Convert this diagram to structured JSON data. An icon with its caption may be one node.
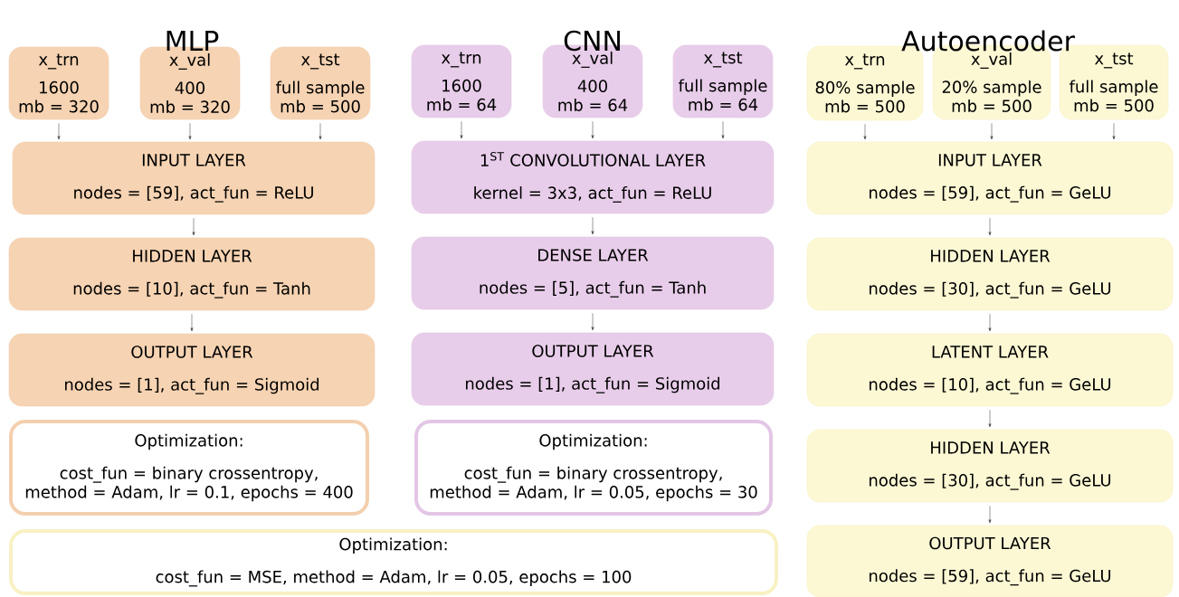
{
  "diagram": {
    "nodes": [
      {
        "text": [
          "x_trn",
          "1600",
          "mb = 320"
        ]
      },
      {
        "text": [
          "x_val",
          "400",
          "mb = 320"
        ]
      },
      {
        "text": [
          "x_tst",
          "full sample",
          "mb = 500"
        ]
      },
      {
        "text": [
          "INPUT LAYER",
          "nodes = [59], act_fun = ReLU"
        ]
      },
      {
        "text": [
          "HIDDEN LAYER",
          "nodes = [10], act_fun = Tanh"
        ]
      },
      {
        "text": [
          "OUTPUT LAYER",
          "nodes = [1], act_fun = Sigmoid"
        ]
      },
      {
        "text": [
          "Optimization:",
          "cost_fun = binary crossentropy,",
          "method = Adam, lr = 0.1, epochs = 400"
        ]
      },
      {
        "text": [
          "x_trn",
          "1600",
          "mb = 64"
        ]
      },
      {
        "text": [
          "x_val",
          "400",
          "mb = 64"
        ]
      },
      {
        "text": [
          "x_tst",
          "full sample",
          "mb = 64"
        ]
      },
      {
        "text": [
          "1$^{ST}$ CONVOLUTIONAL LAYER",
          "kernel = 3x3, act_fun = ReLU"
        ]
      },
      {
        "text": [
          "DENSE LAYER",
          "nodes = [5], act_fun = Tanh"
        ]
      },
      {
        "text": [
          "OUTPUT LAYER",
          "nodes = [1], act_fun = Sigmoid"
        ]
      },
      {
        "text": [
          "Optimization:",
          "cost_fun = binary crossentropy,",
          "method = Adam, lr = 0.05, epochs = 30"
        ]
      },
      {
        "text": [
          "x_trn",
          "80% sample",
          "mb = 500"
        ]
      },
      {
        "text": [
          "x_val",
          "20% sample",
          "mb = 500"
        ]
      },
      {
        "text": [
          "x_tst",
          "full sample",
          "mb = 500"
        ]
      },
      {
        "text": [
          "INPUT LAYER",
          "nodes = [59], act_fun = GeLU"
        ]
      },
      {
        "text": [
          "HIDDEN LAYER",
          "nodes = [30], act_fun = GeLU"
        ]
      },
      {
        "text": [
          "LATENT LAYER",
          "nodes = [10], act_fun = GeLU"
        ]
      },
      {
        "text": [
          "HIDDEN LAYER",
          "nodes = [30], act_fun = GeLU"
        ]
      },
      {
        "text": [
          "OUTPUT LAYER",
          "nodes = [59], act_fun = GeLU"
        ]
      },
      {
        "text": [
          "Optimization:",
          "cost_fun = MSE, method = Adam, lr = 0.05, epochs = 100"
        ]
      }
    ],
    "edges": [
      {
        "from": 0,
        "to": 3,
        "arrow": "to"
      },
      {
        "from": 1,
        "to": 3,
        "arrow": "to"
      },
      {
        "from": 2,
        "to": 3,
        "arrow": "to"
      },
      {
        "from": 3,
        "to": 4,
        "arrow": "to"
      },
      {
        "from": 4,
        "to": 5,
        "arrow": "to"
      },
      {
        "from": 7,
        "to": 10,
        "arrow": "to"
      },
      {
        "from": 8,
        "to": 10,
        "arrow": "to"
      },
      {
        "from": 9,
        "to": 10,
        "arrow": "to"
      },
      {
        "from": 10,
        "to": 11,
        "arrow": "to"
      },
      {
        "from": 11,
        "to": 12,
        "arrow": "to"
      },
      {
        "from": 14,
        "to": 17,
        "arrow": "to"
      },
      {
        "from": 15,
        "to": 17,
        "arrow": "to"
      },
      {
        "from": 16,
        "to": 17,
        "arrow": "to"
      },
      {
        "from": 17,
        "to": 18,
        "arrow": "to"
      },
      {
        "from": 18,
        "to": 19,
        "arrow": "to"
      },
      {
        "from": 19,
        "to": 20,
        "arrow": "to"
      },
      {
        "from": 20,
        "to": 21,
        "arrow": "to"
      }
    ],
    "labels": [
      "MLP",
      "CNN",
      "Autoencoder"
    ]
  }
}
